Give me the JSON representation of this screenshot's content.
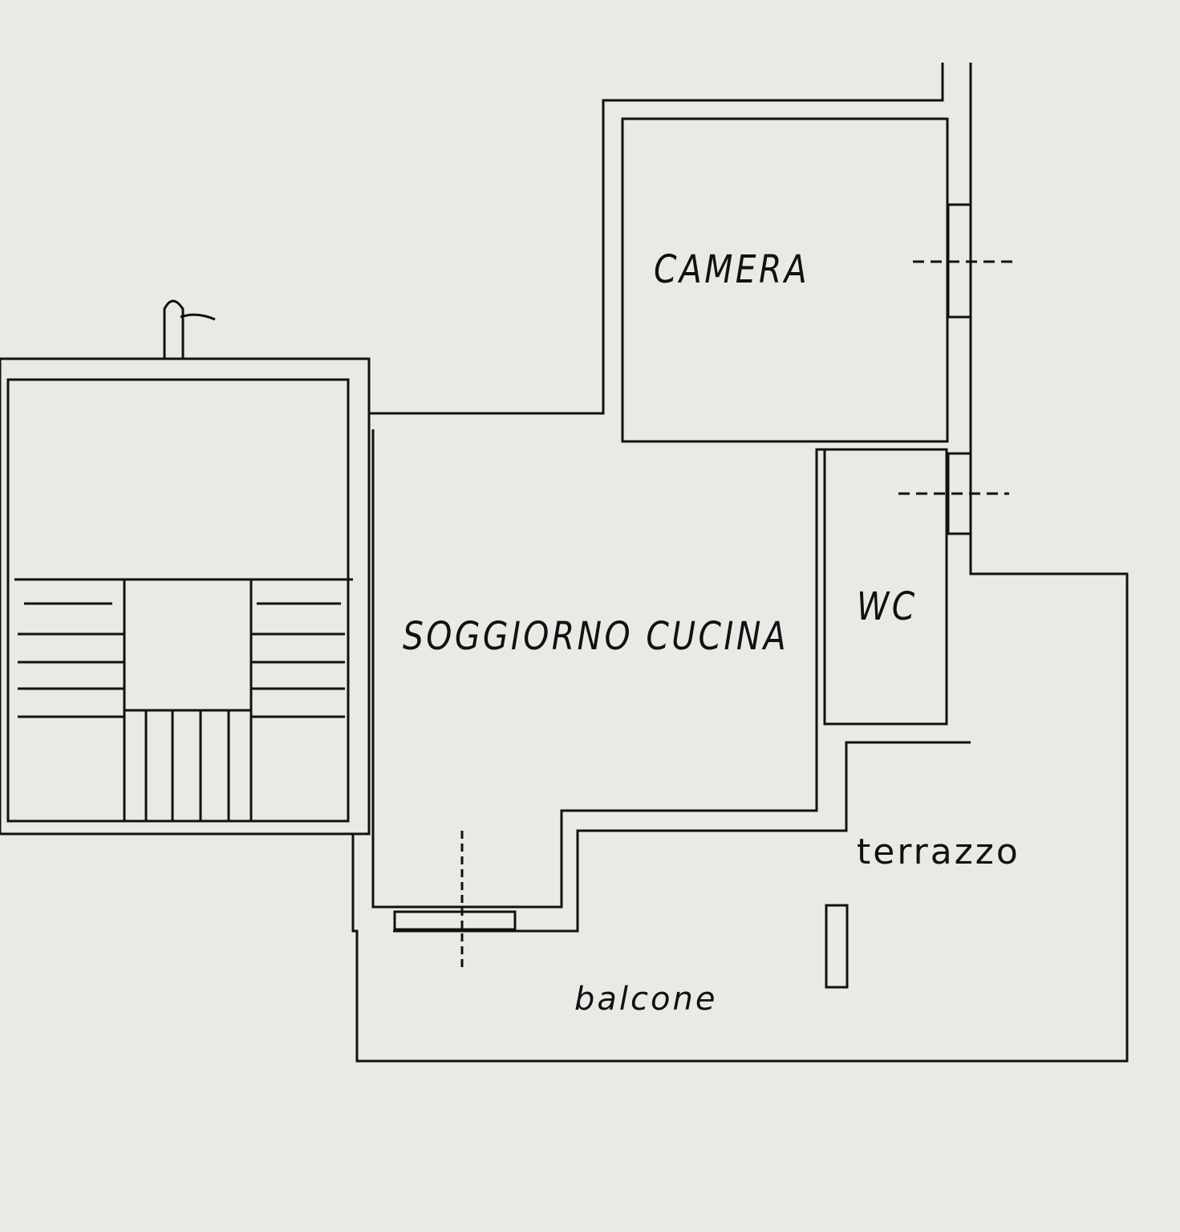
{
  "plan": {
    "rooms": {
      "camera": "CAMERA",
      "soggiorno": "SOGGIORNO CUCINA",
      "wc": "WC",
      "terrazzo": "terrazzo",
      "balcone": "balcone"
    },
    "colors": {
      "paper": "#e9e9e6",
      "ink": "#111111"
    }
  }
}
